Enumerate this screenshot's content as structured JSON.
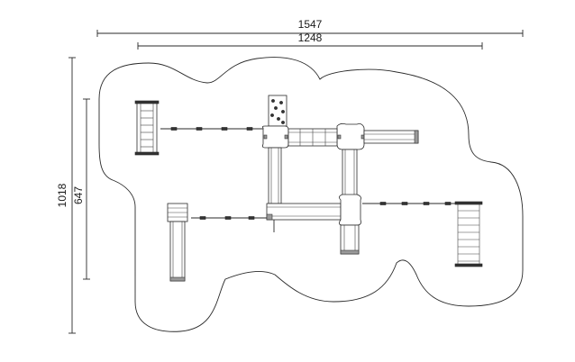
{
  "dimensions": {
    "overall_width": "1547",
    "equipment_width": "1248",
    "overall_depth": "1018",
    "equipment_depth": "647"
  },
  "colors": {
    "line": "#2a2a2a",
    "fill": "#ffffff",
    "accent_grey": "#9a9a9a"
  }
}
